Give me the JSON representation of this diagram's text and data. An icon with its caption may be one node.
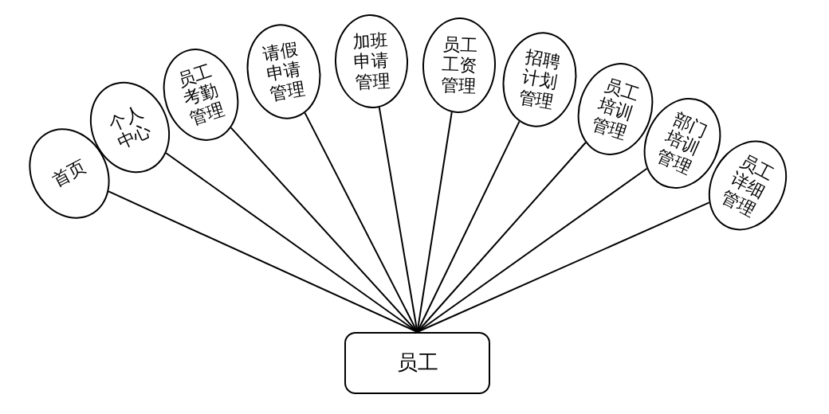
{
  "diagram": {
    "nodes": [
      {
        "text": [
          "员工"
        ]
      },
      {
        "text": [
          "首页"
        ]
      },
      {
        "text": [
          "个人中心"
        ]
      },
      {
        "text": [
          "员工考勤管理"
        ]
      },
      {
        "text": [
          "请假申请管理"
        ]
      },
      {
        "text": [
          "加班申请管理"
        ]
      },
      {
        "text": [
          "员工工资管理"
        ]
      },
      {
        "text": [
          "招聘计划管理"
        ]
      },
      {
        "text": [
          "员工培训管理"
        ]
      },
      {
        "text": [
          "部门培训管理"
        ]
      },
      {
        "text": [
          "员工详细管理"
        ]
      }
    ],
    "edges": [
      {
        "from": 0,
        "to": 1,
        "arrow": "none"
      },
      {
        "from": 0,
        "to": 2,
        "arrow": "none"
      },
      {
        "from": 0,
        "to": 3,
        "arrow": "none"
      },
      {
        "from": 0,
        "to": 4,
        "arrow": "none"
      },
      {
        "from": 0,
        "to": 5,
        "arrow": "none"
      },
      {
        "from": 0,
        "to": 6,
        "arrow": "none"
      },
      {
        "from": 0,
        "to": 7,
        "arrow": "none"
      },
      {
        "from": 0,
        "to": 8,
        "arrow": "none"
      },
      {
        "from": 0,
        "to": 9,
        "arrow": "none"
      },
      {
        "from": 0,
        "to": 10,
        "arrow": "none"
      }
    ]
  }
}
